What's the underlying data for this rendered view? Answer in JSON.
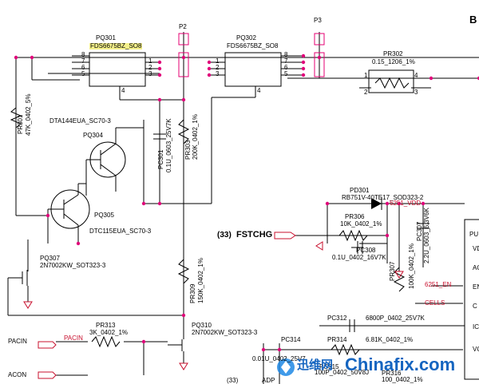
{
  "ports": {
    "p2": "P2",
    "p3": "P3",
    "b_top": "B"
  },
  "pq301": {
    "ref": "PQ301",
    "part": "FDS6675BZ_SO8",
    "pins_left": [
      "8",
      "7",
      "6",
      "5"
    ],
    "pins_right": [
      "1",
      "2",
      "3"
    ],
    "gate": "4"
  },
  "pq302": {
    "ref": "PQ302",
    "part": "FDS6675BZ_SO8",
    "pins_left": [
      "1",
      "2",
      "3"
    ],
    "pins_right": [
      "8",
      "7",
      "6",
      "5"
    ],
    "gate": "4"
  },
  "pr302": {
    "ref": "PR302",
    "value": "0.15_1206_1%",
    "pins": [
      "1",
      "2",
      "3",
      "4"
    ]
  },
  "pr301": {
    "ref": "PR301",
    "value": "47K_0402_5%"
  },
  "pq304": {
    "ref": "PQ304",
    "part": "DTA144EUA_SC70-3"
  },
  "pq305": {
    "ref": "PQ305",
    "part": "DTC115EUA_SC70-3"
  },
  "pc301": {
    "ref": "PC301",
    "value": "0.1U_0603_25V7K"
  },
  "pr303": {
    "ref": "PR303",
    "value": "200K_0402_1%"
  },
  "pq307": {
    "ref": "PQ307",
    "part": "2N7002KW_SOT323-3"
  },
  "pr309": {
    "ref": "PR309",
    "value": "150K_0402_1%"
  },
  "pr313": {
    "ref": "PR313",
    "value": "3K_0402_1%"
  },
  "pq310": {
    "ref": "PQ310",
    "part": "2N7002KW_SOT323-3"
  },
  "pd301": {
    "ref": "PD301",
    "part": "RB751V-40TE17_SOD323-2"
  },
  "pr306": {
    "ref": "PR306",
    "value": "10K_0402_1%"
  },
  "pc308": {
    "ref": "PC308",
    "value": "0.1U_0402_16V7K"
  },
  "pc307": {
    "ref": "PC307",
    "value": "2.2U_0603_6.3V6K"
  },
  "pr307": {
    "ref": "PR307",
    "value": "100K_0402_1%"
  },
  "pc312": {
    "ref": "PC312",
    "value": "6800P_0402_25V7K"
  },
  "pr314": {
    "ref": "PR314",
    "value": "6.81K_0402_1%"
  },
  "pc314": {
    "ref": "PC314",
    "value": "0.01U_0402_25V7"
  },
  "pc315": {
    "ref": "PC315",
    "value": "100P_0402_50V8J"
  },
  "pr316": {
    "ref": "PR316",
    "value": "100_0402_1%"
  },
  "nets": {
    "v6251": "6251_VDD",
    "en6251": "6251_EN",
    "cells": "CELLS",
    "pacin_label": "PACIN",
    "pacin_net": "PACIN",
    "acon_label": "ACON",
    "fstchg": "FSTCHG",
    "fstchg_page": "(33)",
    "page33": "(33)",
    "adp": "ADP"
  },
  "ic": {
    "ref": "PU",
    "pins": [
      "VD",
      "AC",
      "EN",
      "C",
      "IC",
      "VC"
    ]
  },
  "watermark": {
    "text": "Chinafix.com",
    "cn": "迅维网"
  },
  "colors": {
    "wire": "#000000",
    "net_red": "#c8102e",
    "junction": "#e0007a",
    "hilite": "#f4f08a",
    "connector": "#e60073"
  }
}
